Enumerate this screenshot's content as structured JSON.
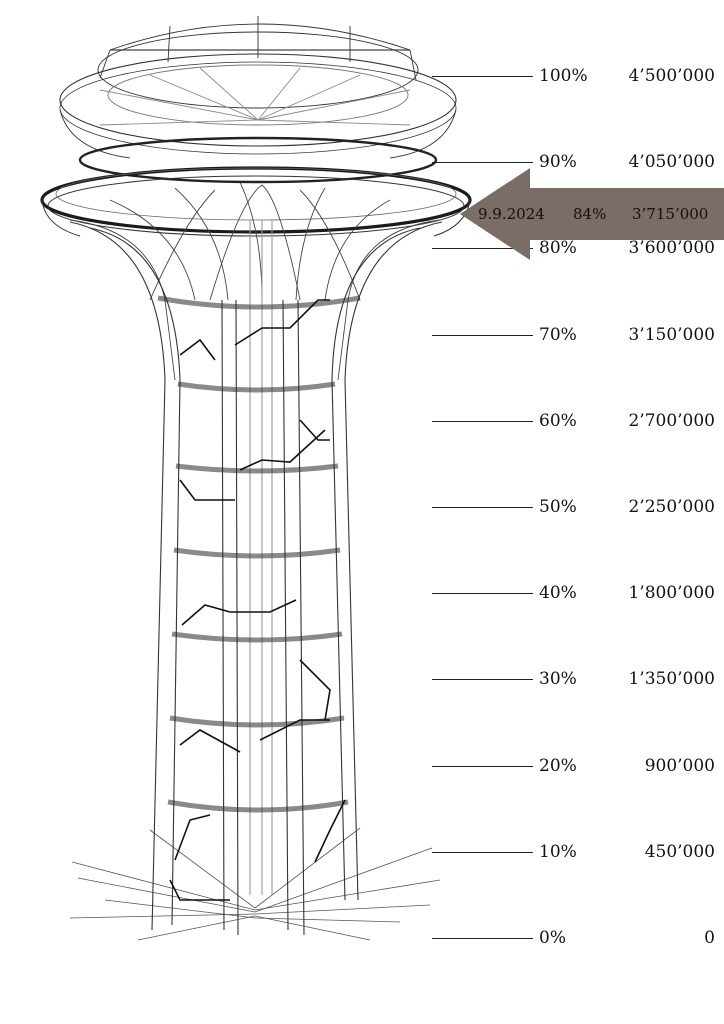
{
  "scale": [
    {
      "percent": "100%",
      "amount": "4’500’000",
      "level": 100
    },
    {
      "percent": "90%",
      "amount": "4’050’000",
      "level": 90
    },
    {
      "percent": "80%",
      "amount": "3’600’000",
      "level": 80
    },
    {
      "percent": "70%",
      "amount": "3’150’000",
      "level": 70
    },
    {
      "percent": "60%",
      "amount": "2’700’000",
      "level": 60
    },
    {
      "percent": "50%",
      "amount": "2’250’000",
      "level": 50
    },
    {
      "percent": "40%",
      "amount": "1’800’000",
      "level": 40
    },
    {
      "percent": "30%",
      "amount": "1’350’000",
      "level": 30
    },
    {
      "percent": "20%",
      "amount": "900’000",
      "level": 20
    },
    {
      "percent": "10%",
      "amount": "450’000",
      "level": 10
    },
    {
      "percent": "0%",
      "amount": "0",
      "level": 0
    }
  ],
  "current": {
    "date": "9.9.2024",
    "percent": "84%",
    "amount": "3’715’000",
    "level": 84,
    "arrow_color": "#7a6c66"
  }
}
